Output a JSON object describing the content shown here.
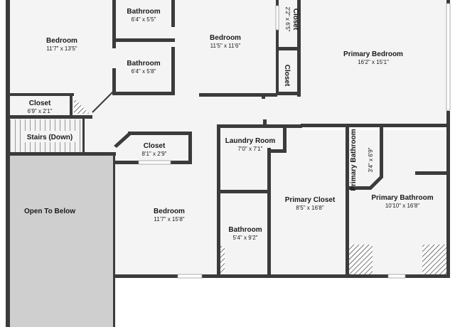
{
  "rooms": {
    "bedroom_nw": {
      "name": "Bedroom",
      "dim": "11'7\" x 13'5\""
    },
    "bathroom_top": {
      "name": "Bathroom",
      "dim": "6'4\" x 5'5\""
    },
    "bathroom_mid": {
      "name": "Bathroom",
      "dim": "6'4\" x 5'8\""
    },
    "bedroom_n": {
      "name": "Bedroom",
      "dim": "11'5\" x 11'6\""
    },
    "closet_ne_top": {
      "name": "Closet",
      "dim": "2'2\" x 6'5\""
    },
    "closet_ne_bottom": {
      "name": "Closet",
      "dim": ""
    },
    "primary_bedroom": {
      "name": "Primary Bedroom",
      "dim": "16'2\" x 15'1\""
    },
    "closet_w": {
      "name": "Closet",
      "dim": "6'9\" x 2'1\""
    },
    "stairs": {
      "name": "Stairs (Down)",
      "dim": ""
    },
    "open_below": {
      "name": "Open To Below",
      "dim": ""
    },
    "closet_mid": {
      "name": "Closet",
      "dim": "8'1\" x 2'9\""
    },
    "laundry": {
      "name": "Laundry Room",
      "dim": "7'0\" x 7'1\""
    },
    "primary_closet": {
      "name": "Primary Closet",
      "dim": "8'5\" x 16'8\""
    },
    "primary_bath_small": {
      "name": "Primary Bathroom",
      "dim": "3'4\" x 6'9\""
    },
    "primary_bath": {
      "name": "Primary Bathroom",
      "dim": "10'10\" x 16'8\""
    },
    "bedroom_s": {
      "name": "Bedroom",
      "dim": "11'7\" x 15'8\""
    },
    "bathroom_s": {
      "name": "Bathroom",
      "dim": "5'4\" x 9'2\""
    }
  },
  "colors": {
    "wall": "#3b3b3b",
    "floor": "#f4f4f4",
    "open_below": "#cfcfcf"
  }
}
